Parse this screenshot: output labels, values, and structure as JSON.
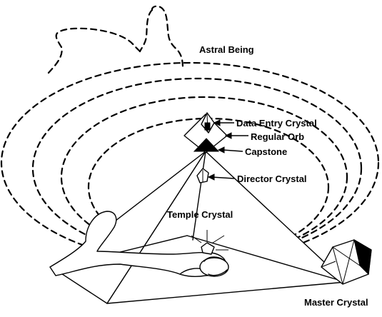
{
  "labels": {
    "astral_being": "Astral Being",
    "data_entry_crystal": "Data Entry Crystal",
    "regular_orb": "Regular Orb",
    "capstone": "Capstone",
    "director_crystal": "Director Crystal",
    "temple_crystal": "Temple Crystal",
    "master_crystal": "Master Crystal"
  },
  "colors": {
    "ink": "#000000",
    "paper": "#ffffff"
  }
}
